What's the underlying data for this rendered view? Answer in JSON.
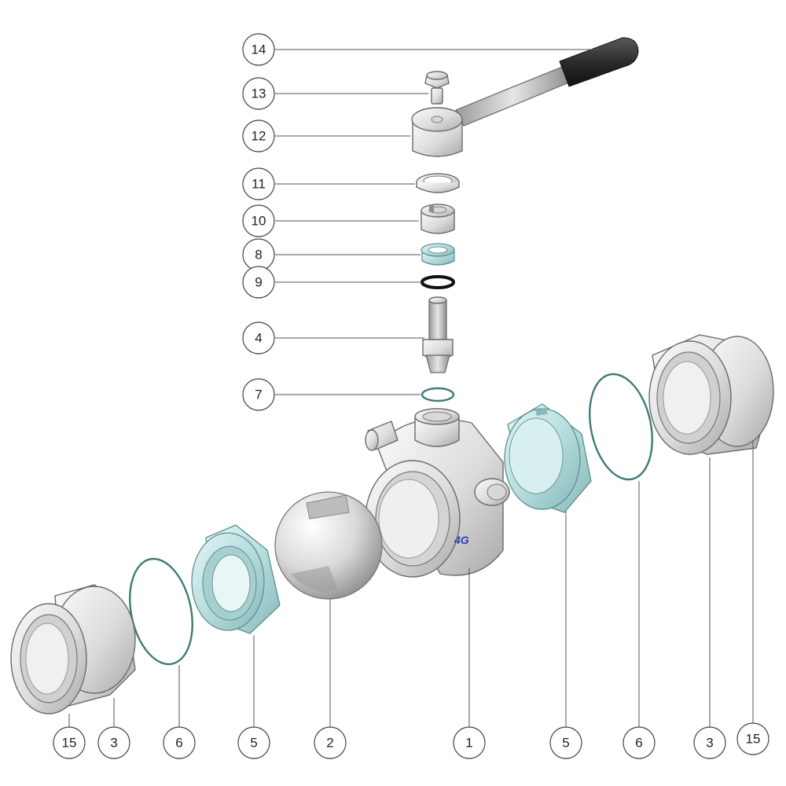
{
  "colors": {
    "steel_light": "#f2f2f2",
    "steel_mid": "#bdbdbd",
    "seal_teal": "#b7dede",
    "oring_teal": "#3f7a78",
    "oring_black": "#111111",
    "handle_grip": "#2b2b2b",
    "logo_blue": "#2a3fb0"
  },
  "logo_text": "4G",
  "callouts": [
    {
      "id": "c14",
      "label": "14"
    },
    {
      "id": "c13",
      "label": "13"
    },
    {
      "id": "c12",
      "label": "12"
    },
    {
      "id": "c11",
      "label": "11"
    },
    {
      "id": "c10",
      "label": "10"
    },
    {
      "id": "c8",
      "label": "8"
    },
    {
      "id": "c9",
      "label": "9"
    },
    {
      "id": "c4",
      "label": "4"
    },
    {
      "id": "c7",
      "label": "7"
    },
    {
      "id": "b15l",
      "label": "15"
    },
    {
      "id": "b3l",
      "label": "3"
    },
    {
      "id": "b6l",
      "label": "6"
    },
    {
      "id": "b5l",
      "label": "5"
    },
    {
      "id": "b2",
      "label": "2"
    },
    {
      "id": "b1",
      "label": "1"
    },
    {
      "id": "b5r",
      "label": "5"
    },
    {
      "id": "b6r",
      "label": "6"
    },
    {
      "id": "b3r",
      "label": "3"
    },
    {
      "id": "b15r",
      "label": "15"
    }
  ]
}
